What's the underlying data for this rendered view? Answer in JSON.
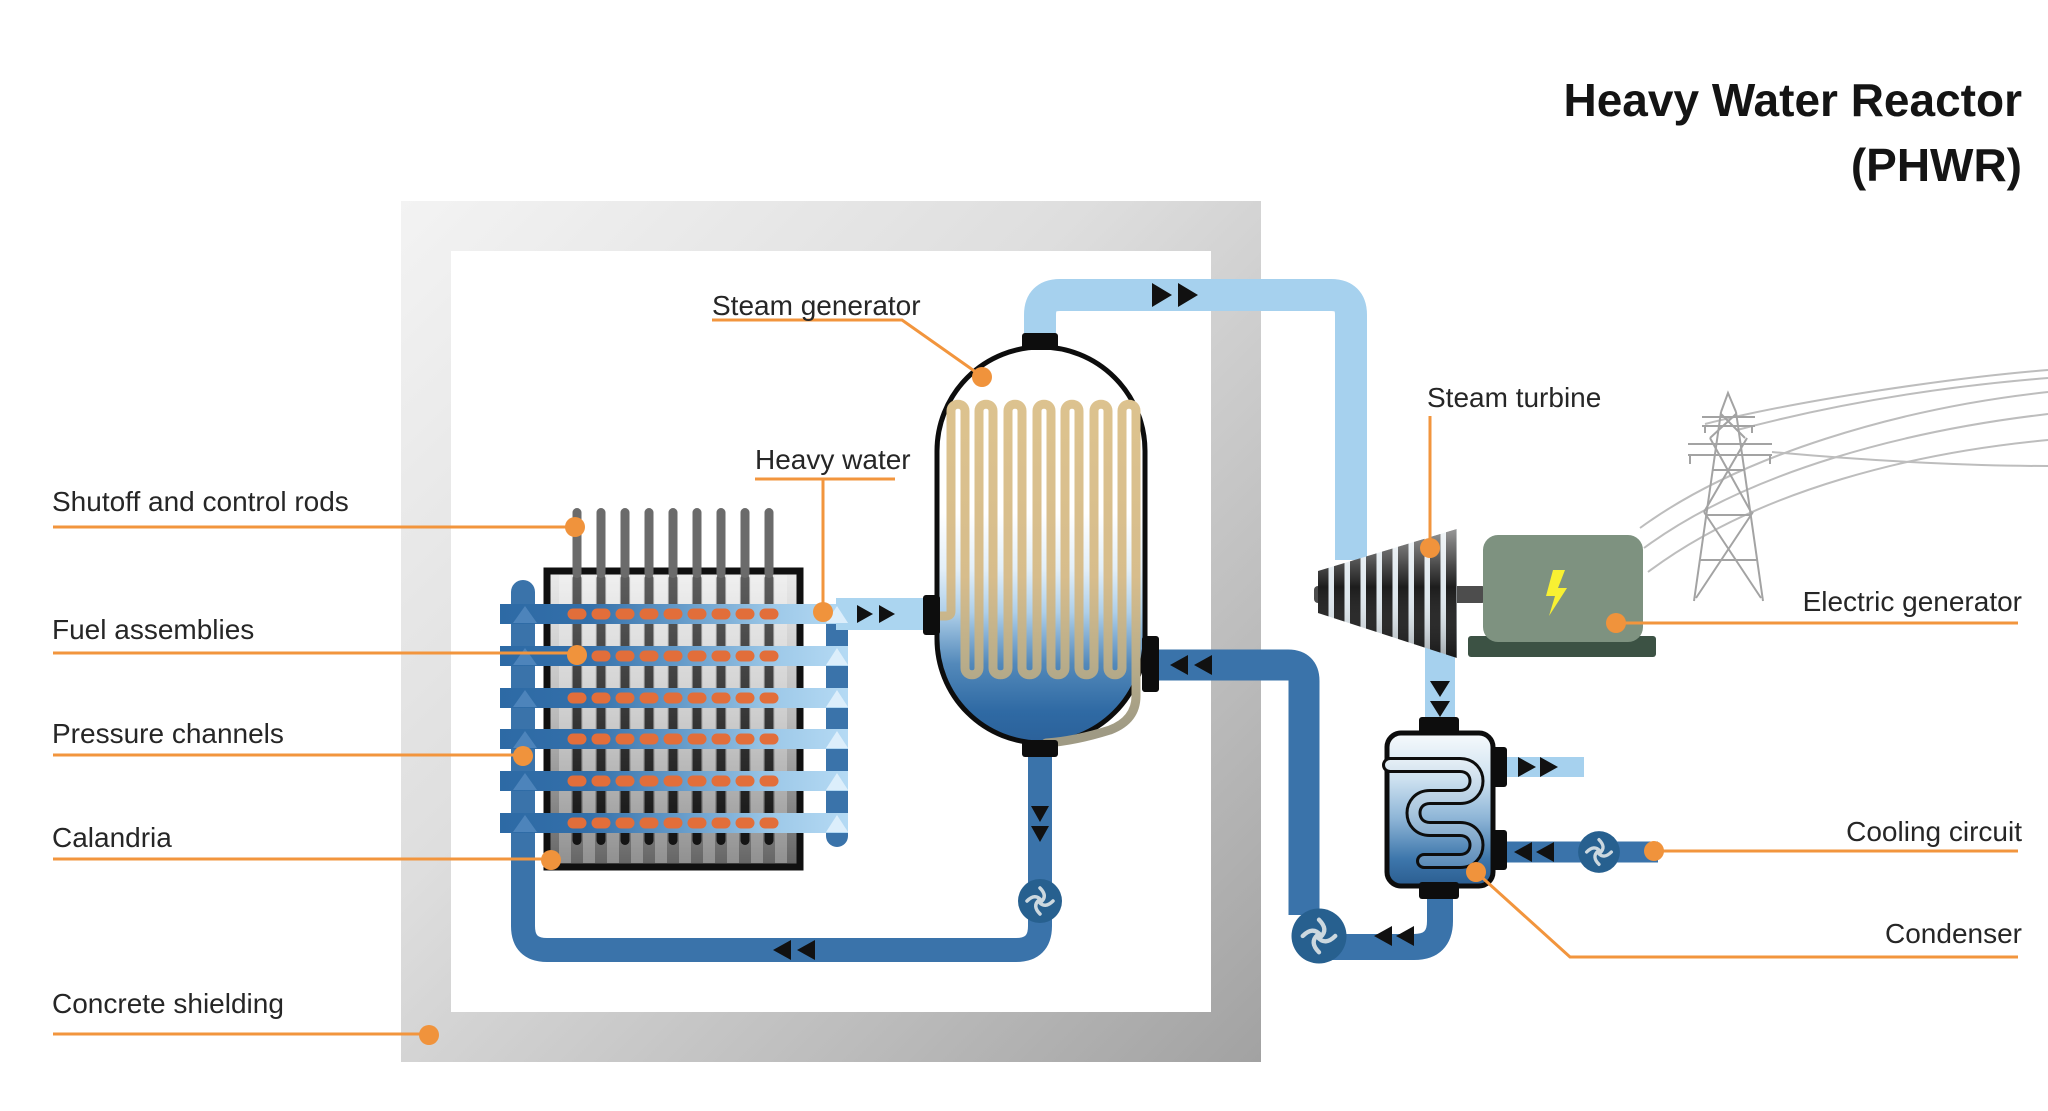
{
  "title": {
    "line1": "Heavy Water Reactor",
    "line2": "(PHWR)"
  },
  "labels": {
    "steam_generator": "Steam generator",
    "heavy_water": "Heavy water",
    "shutoff_rods": "Shutoff and control rods",
    "fuel_assemblies": "Fuel assemblies",
    "pressure_channels": "Pressure channels",
    "calandria": "Calandria",
    "concrete_shielding": "Concrete shielding",
    "steam_turbine": "Steam turbine",
    "electric_generator": "Electric generator",
    "cooling_circuit": "Cooling circuit",
    "condenser": "Condenser"
  },
  "reactor": {
    "control_rod_count": 9,
    "fuel_channel_rows": 6,
    "fuel_pellets_per_row": 9
  },
  "icons": {
    "pump": "pump-icon",
    "lightning": "lightning-bolt-icon",
    "flow_arrow": "flow-arrow-icon",
    "tower": "transmission-tower-icon",
    "leader_dot": "leader-dot-icon"
  },
  "colors": {
    "accent_orange": "#f0933c",
    "hot_pipe_blue": "#3a73aa",
    "cold_pipe_blue": "#a6d1ee",
    "fuel_orange": "#e26e3a",
    "generator_green": "#7e9280",
    "generator_base_green": "#3c5244",
    "lightning_yellow": "#f8f032",
    "concrete_gray": "#b5b5b5",
    "coil_tan": "#dcc28e"
  }
}
